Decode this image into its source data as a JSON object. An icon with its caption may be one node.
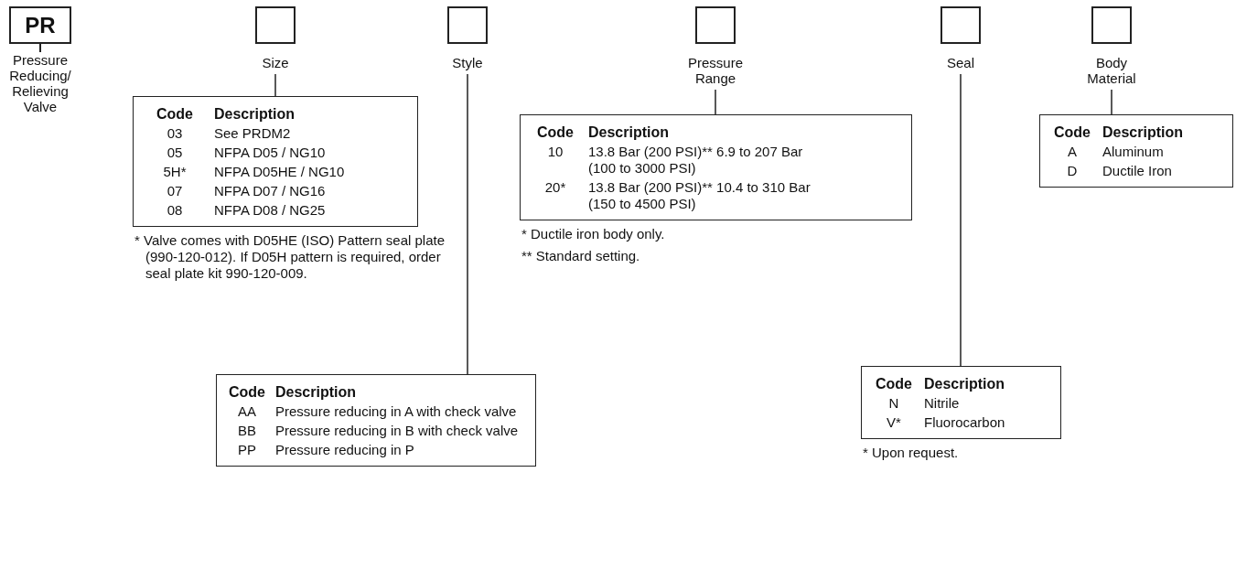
{
  "diagram": {
    "nodes": [
      {
        "text": [
          "PR"
        ],
        "beside": [
          "Pressure Reducing/ Relieving Valve"
        ]
      },
      {
        "text": [],
        "shape": "box",
        "beside": [
          "Size"
        ]
      },
      {
        "text": [],
        "shape": "box",
        "beside": [
          "Style"
        ]
      },
      {
        "text": [],
        "shape": "box",
        "beside": [
          "Pressure Range"
        ]
      },
      {
        "text": [],
        "shape": "box",
        "beside": [
          "Seal"
        ]
      },
      {
        "text": [],
        "shape": "box",
        "beside": [
          "Body Material"
        ]
      },
      {
        "text": [
          "Code",
          "Description",
          "03",
          "See PRDM2",
          "05",
          "NFPA D05 / NG10",
          "5H*",
          "NFPA D05HE / NG10",
          "07",
          "NFPA D07 / NG16",
          "08",
          "NFPA D08 / NG25"
        ],
        "beside": [
          "* Valve comes with D05HE (ISO) Pattern seal plate (990-120-012). If D05H pattern is required, order seal plate kit 990-120-009."
        ]
      },
      {
        "text": [
          "Code",
          "Description",
          "10",
          "13.8 Bar (200 PSI)** 6.9 to 207 Bar (100 to 3000 PSI)",
          "20*",
          "13.8 Bar (200 PSI)** 10.4 to 310 Bar (150 to 4500 PSI)"
        ],
        "beside": [
          "* Ductile iron body only.",
          "** Standard setting."
        ]
      },
      {
        "text": [
          "Code",
          "Description",
          "A",
          "Aluminum",
          "D",
          "Ductile Iron"
        ]
      },
      {
        "text": [
          "Code",
          "Description",
          "N",
          "Nitrile",
          "V*",
          "Fluorocarbon"
        ],
        "beside": [
          "* Upon request."
        ]
      },
      {
        "text": [
          "Code",
          "Description",
          "AA",
          "Pressure reducing in A with check valve",
          "BB",
          "Pressure reducing in B with check valve",
          "PP",
          "Pressure reducing in P"
        ]
      }
    ],
    "edges": [
      {
        "from": 1,
        "to": 6,
        "arrow": "none"
      },
      {
        "from": 2,
        "to": 10,
        "arrow": "none"
      },
      {
        "from": 3,
        "to": 7,
        "arrow": "none"
      },
      {
        "from": 4,
        "to": 9,
        "arrow": "none"
      },
      {
        "from": 5,
        "to": 8,
        "arrow": "none"
      }
    ]
  }
}
